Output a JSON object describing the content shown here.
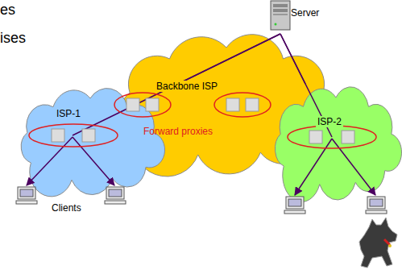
{
  "diagram": {
    "nodes": [
      {
        "text": [
          "Server"
        ]
      },
      {
        "text": [
          "Backbone ISP"
        ]
      },
      {
        "text": [
          "ISP-1"
        ]
      },
      {
        "text": [
          "ISP-2"
        ]
      }
    ],
    "edges": [
      {
        "from": 0,
        "to": 2,
        "arrow": "none"
      },
      {
        "from": 0,
        "to": 3,
        "arrow": "none"
      }
    ],
    "labels": [
      "es",
      "ises",
      "Forward proxies",
      "Clients"
    ]
  }
}
